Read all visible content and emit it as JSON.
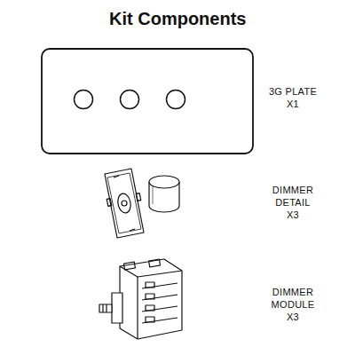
{
  "diagram": {
    "title": "Kit Components",
    "labels": [
      "3G PLATE X1",
      "DIMMER DETAIL X3",
      "DIMMER MODULE X3"
    ]
  }
}
